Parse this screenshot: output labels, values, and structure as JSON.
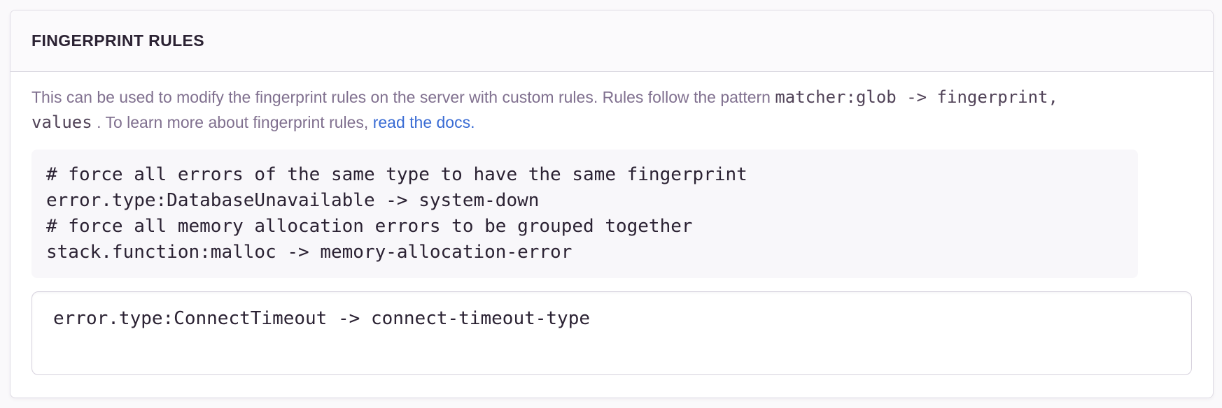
{
  "panel": {
    "title": "FINGERPRINT RULES",
    "description": {
      "line1": {
        "text": "This can be used to modify the fingerprint rules on the server with custom rules. Rules follow the pattern ",
        "code": "matcher:glob -> fingerprint,"
      },
      "line2": {
        "code": "values",
        "text": " . To learn more about fingerprint rules, ",
        "link_label": "read the docs."
      },
      "pattern_full": "matcher:glob -> fingerprint, values"
    },
    "example_code": {
      "lines": [
        "# force all errors of the same type to have the same fingerprint",
        "error.type:DatabaseUnavailable -> system-down",
        "# force all memory allocation errors to be grouped together",
        "stack.function:malloc -> memory-allocation-error"
      ]
    },
    "rules_input": {
      "value": "error.type:ConnectTimeout -> connect-timeout-type"
    }
  },
  "colors": {
    "page_background": "#faf9fb",
    "panel_background": "#ffffff",
    "panel_border": "#dfdce5",
    "header_background": "#fbfafc",
    "title_text": "#2b2233",
    "description_text": "#80708f",
    "inline_code_text": "#514358",
    "link_text": "#3a6cd4",
    "code_block_background": "#f8f7fa",
    "code_text": "#2b2233",
    "textarea_border": "#d6d1dd"
  }
}
